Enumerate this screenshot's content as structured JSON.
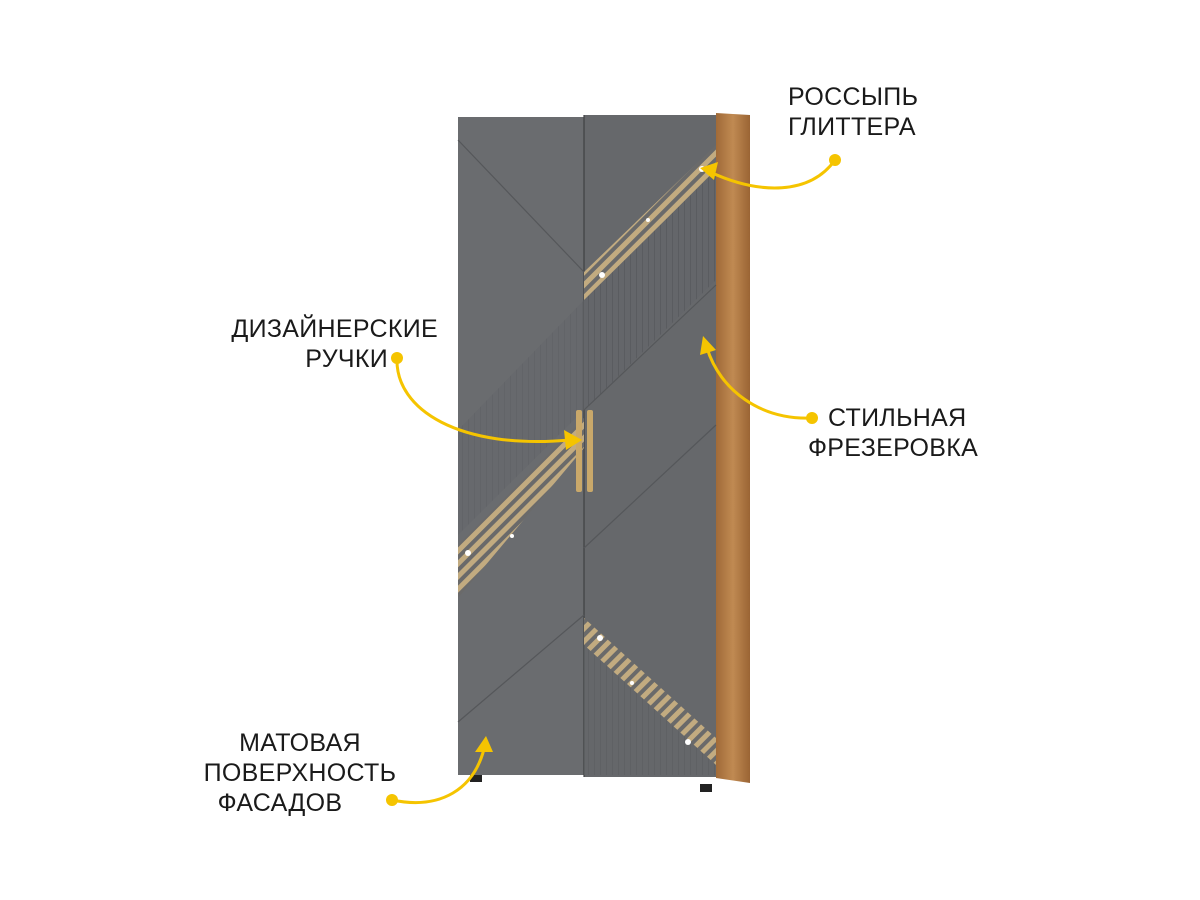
{
  "callouts": {
    "glitter": {
      "lines": [
        "РОССЫПЬ",
        "ГЛИТТЕРА"
      ]
    },
    "handles": {
      "lines": [
        "ДИЗАЙНЕРСКИЕ",
        "РУЧКИ"
      ]
    },
    "milling": {
      "lines": [
        "СТИЛЬНАЯ",
        "ФРЕЗЕРОВКА"
      ]
    },
    "matte": {
      "lines": [
        "МАТОВАЯ",
        "ПОВЕРХНОСТЬ",
        "ФАСАДОВ"
      ]
    }
  },
  "colors": {
    "accent": "#F5C400",
    "facade": "#66686B",
    "wood": "#B07A45",
    "glitter": "#BBA57E"
  }
}
